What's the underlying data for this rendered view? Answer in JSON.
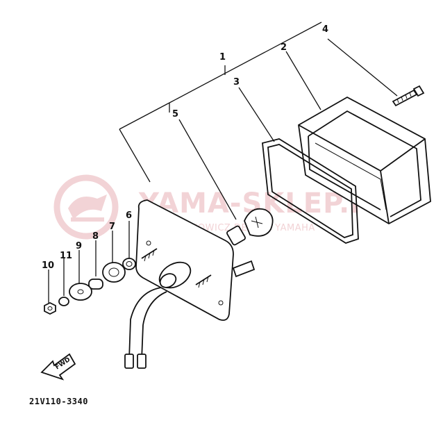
{
  "diagram": {
    "callouts": [
      "1",
      "2",
      "3",
      "4",
      "5",
      "6",
      "7",
      "8",
      "9",
      "10",
      "11"
    ],
    "part_code": "21V110-3340",
    "fwd_label": "FWD",
    "watermark": {
      "brand": "YAMA-SKLEP.PL",
      "tagline": "WOJCIECHOWICZ DEALER YAMAHA",
      "color": "#f2d3d6"
    }
  }
}
